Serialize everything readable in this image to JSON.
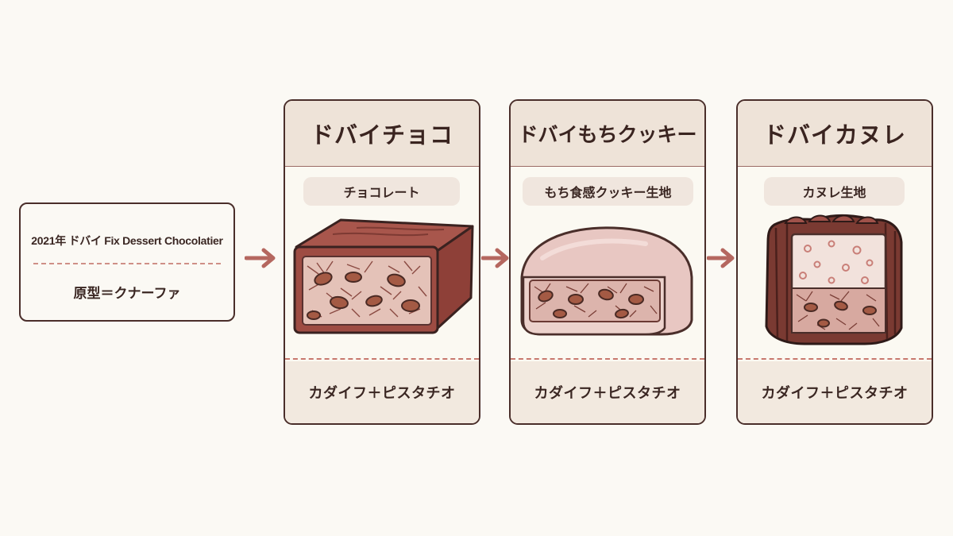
{
  "origin": {
    "year_line": "2021年 ドバイ Fix Dessert Chocolatier",
    "prototype": "原型＝クナーファ"
  },
  "cards": [
    {
      "title": "ドバイチョコ",
      "base": "チョコレート",
      "filling": "カダイフ＋ピスタチオ"
    },
    {
      "title": "ドバイもちクッキー",
      "base": "もち食感クッキー生地",
      "filling": "カダイフ＋ピスタチオ"
    },
    {
      "title": "ドバイカヌレ",
      "base": "カヌレ生地",
      "filling": "カダイフ＋ピスタチオ"
    }
  ],
  "colors": {
    "outline": "#4a2e2a",
    "arrow": "#b5675f",
    "header_bg": "#eee3d8",
    "divider": "#c8786e"
  }
}
